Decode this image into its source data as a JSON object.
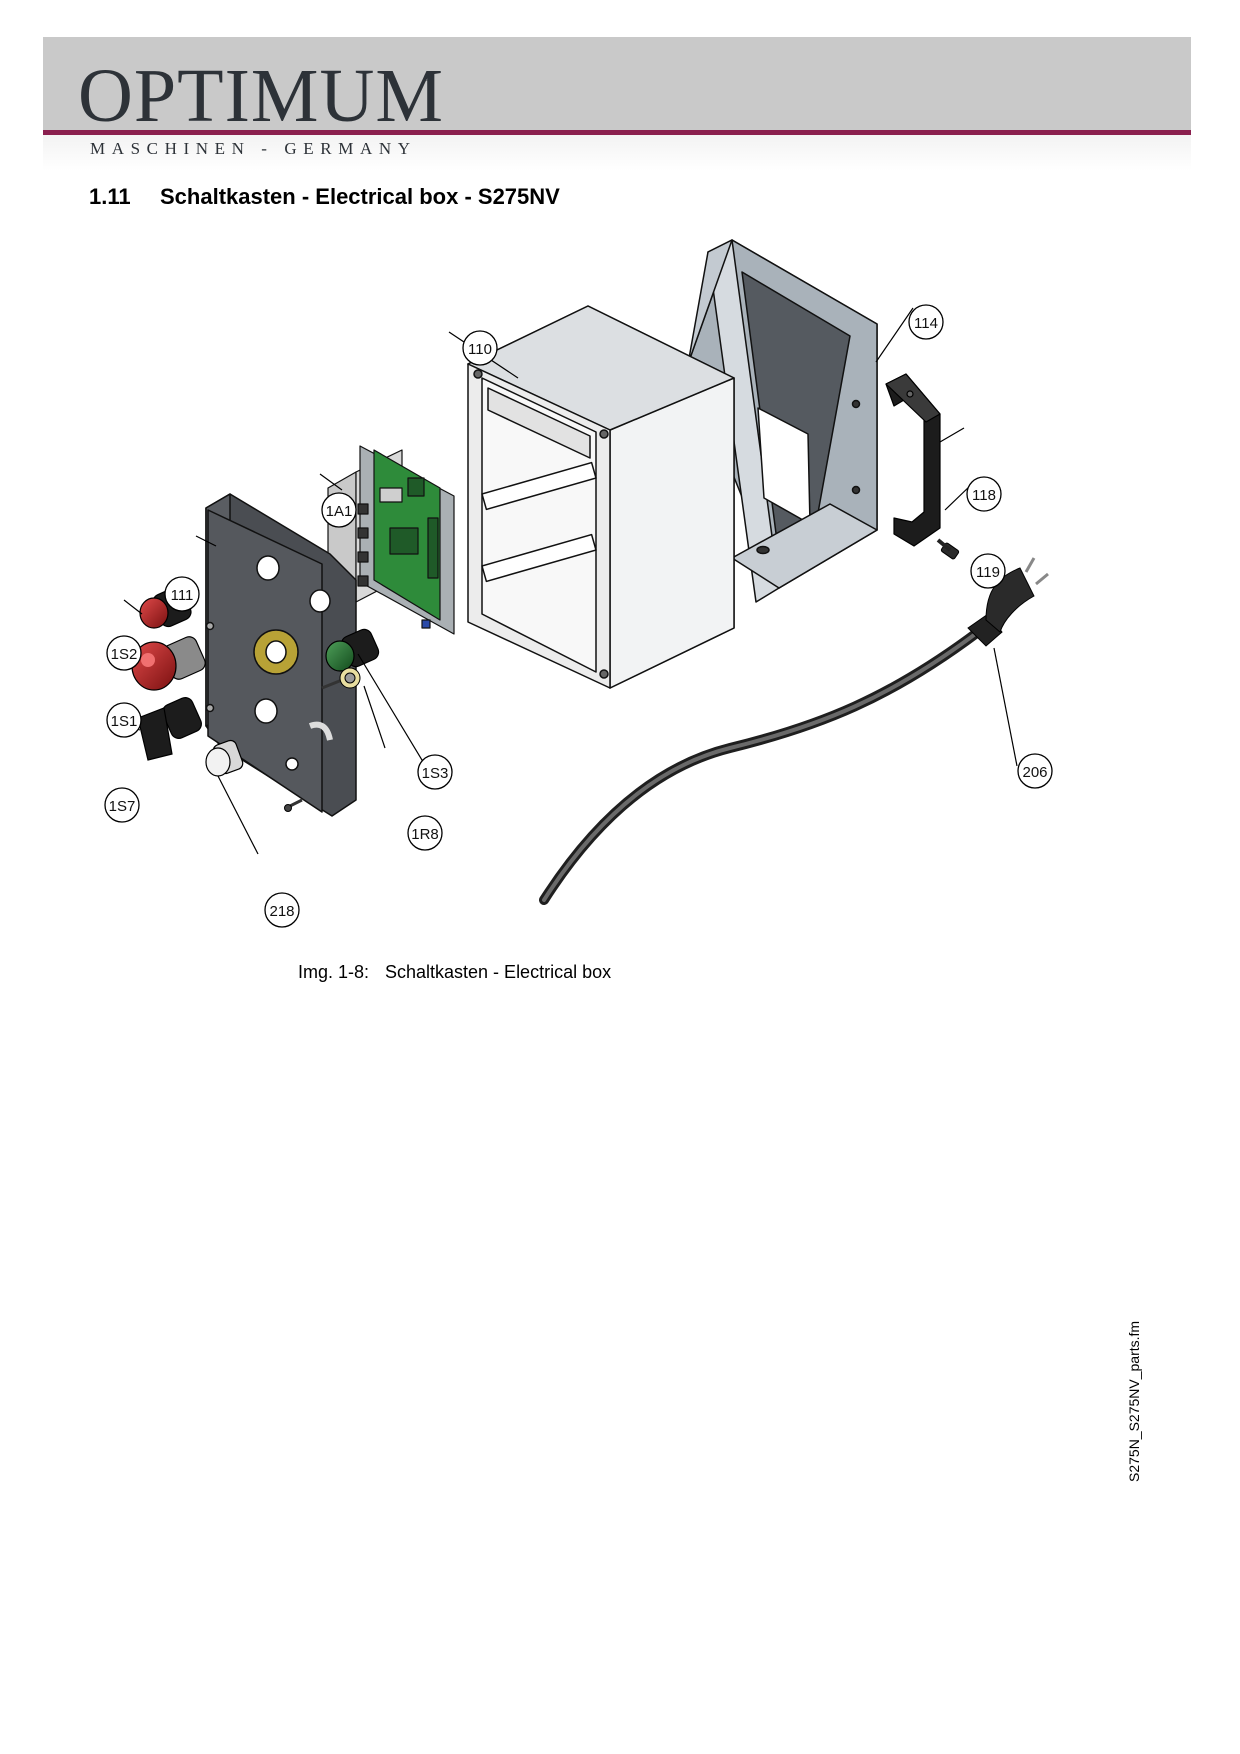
{
  "header": {
    "logo_text": "OPTIMUM",
    "logo_registered": "®",
    "tagline": "MASCHINEN - GERMANY"
  },
  "section": {
    "number": "1.11",
    "title": "Schaltkasten - Electrical box - S275NV"
  },
  "figure": {
    "caption_number": "Img. 1-8:",
    "caption_text": "Schaltkasten - Electrical box",
    "callouts": {
      "c110": "110",
      "c114": "114",
      "c118": "118",
      "c119": "119",
      "c1A1": "1A1",
      "c111": "111",
      "c1S2": "1S2",
      "c1S1": "1S1",
      "c1S3": "1S3",
      "c1S7": "1S7",
      "c1R8": "1R8",
      "c218": "218",
      "c206": "206"
    }
  },
  "footer": {
    "file_ref": "S275N_S275NV_parts.fm"
  },
  "colors": {
    "header_band": "#c9c9c9",
    "header_rule": "#8a1f4e",
    "logo": "#2d3238"
  }
}
